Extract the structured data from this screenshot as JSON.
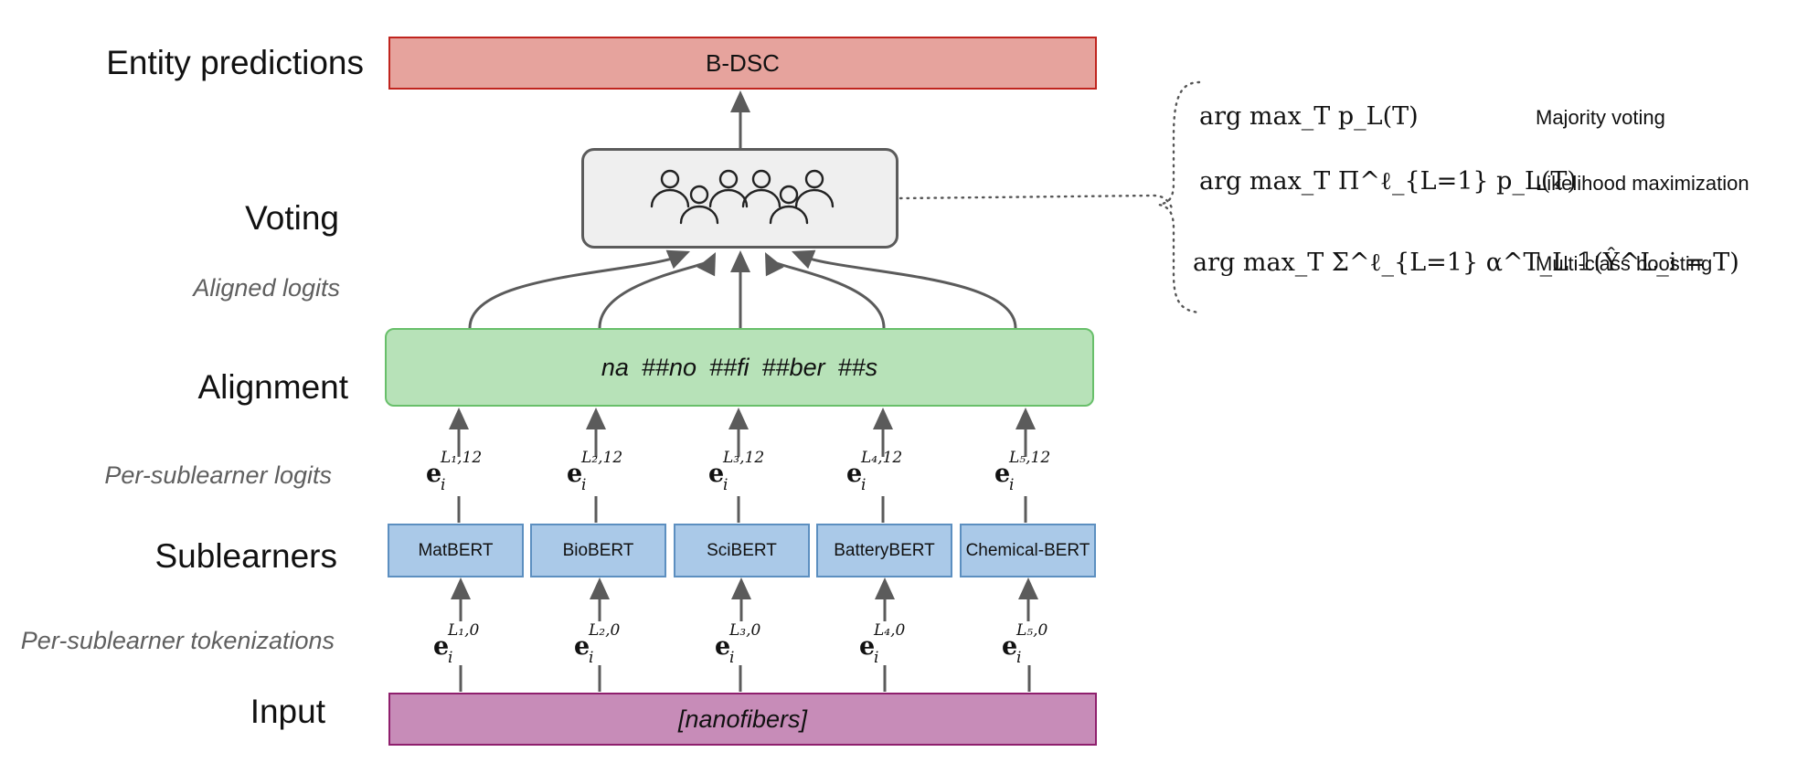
{
  "row_labels": {
    "entity_predictions": "Entity predictions",
    "voting": "Voting",
    "aligned_logits": "Aligned logits",
    "alignment": "Alignment",
    "per_sublearner_logits": "Per-sublearner logits",
    "sublearners": "Sublearners",
    "per_sublearner_tokenizations": "Per-sublearner tokenizations",
    "input": "Input"
  },
  "entity_box": {
    "label": "B-DSC"
  },
  "alignment_tokens": [
    "na",
    "##no",
    "##fi",
    "##ber",
    "##s"
  ],
  "input_box": {
    "label": "[nanofibers]"
  },
  "sublearners": [
    "MatBERT",
    "BioBERT",
    "SciBERT",
    "BatteryBERT",
    "Chemical-BERT"
  ],
  "logit_vectors": [
    {
      "base": "e",
      "sub": "i",
      "sup": "L₁,12"
    },
    {
      "base": "e",
      "sub": "i",
      "sup": "L₂,12"
    },
    {
      "base": "e",
      "sub": "i",
      "sup": "L₃,12"
    },
    {
      "base": "e",
      "sub": "i",
      "sup": "L₄,12"
    },
    {
      "base": "e",
      "sub": "i",
      "sup": "L₅,12"
    }
  ],
  "token_vectors": [
    {
      "base": "e",
      "sub": "i",
      "sup": "L₁,0"
    },
    {
      "base": "e",
      "sub": "i",
      "sup": "L₂,0"
    },
    {
      "base": "e",
      "sub": "i",
      "sup": "L₃,0"
    },
    {
      "base": "e",
      "sub": "i",
      "sup": "L₄,0"
    },
    {
      "base": "e",
      "sub": "i",
      "sup": "L₅,0"
    }
  ],
  "voting_methods": [
    {
      "formula": "arg max_T p_L(T)",
      "name": "Majority voting"
    },
    {
      "formula": "arg max_T Π^ℓ_{L=1} p_L(T)",
      "name": "Likelihood maximization"
    },
    {
      "formula": "arg max_T Σ^ℓ_{L=1} α^T_L 𝟙(Ŷ^L_i = T)",
      "name": "Multi-class boosting"
    }
  ],
  "colors": {
    "entity_fill": "#e6a39d",
    "entity_border": "#c0241e",
    "voting_fill": "#efefef",
    "voting_border": "#5b5b5b",
    "alignment_fill": "#b7e2b8",
    "alignment_border": "#68bf6a",
    "sublearner_fill": "#aac9e8",
    "sublearner_border": "#5c8fc0",
    "input_fill": "#c78cb8",
    "input_border": "#8f1f6d",
    "arrow": "#5b5b5b"
  }
}
